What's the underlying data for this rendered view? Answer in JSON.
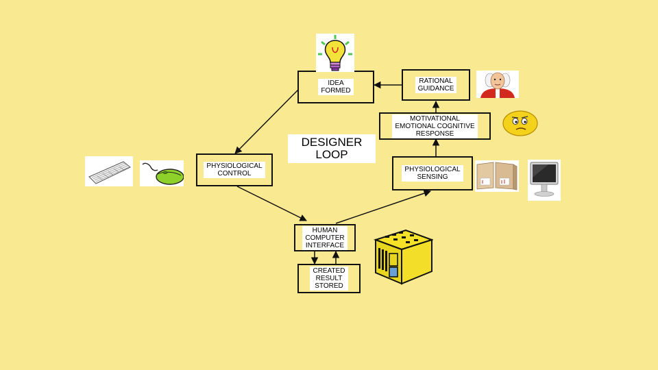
{
  "diagram": {
    "title": "DESIGNER\nLOOP",
    "nodes": {
      "idea": "IDEA\nFORMED",
      "rational": "RATIONAL\nGUIDANCE",
      "motivational": "MOTIVATIONAL\nEMOTIONAL COGNITIVE\nRESPONSE",
      "sensing": "PHYSIOLOGICAL\nSENSING",
      "control": "PHYSIOLOGICAL\nCONTROL",
      "hci": "HUMAN\nCOMPUTER\nINTERFACE",
      "stored": "CREATED\nRESULT\nSTORED"
    },
    "images": [
      "lightbulb-icon",
      "portrait-icon",
      "smiley-icon",
      "speakers-icon",
      "monitor-icon",
      "keyboard-icon",
      "mouse-icon",
      "storage-box-icon"
    ]
  }
}
